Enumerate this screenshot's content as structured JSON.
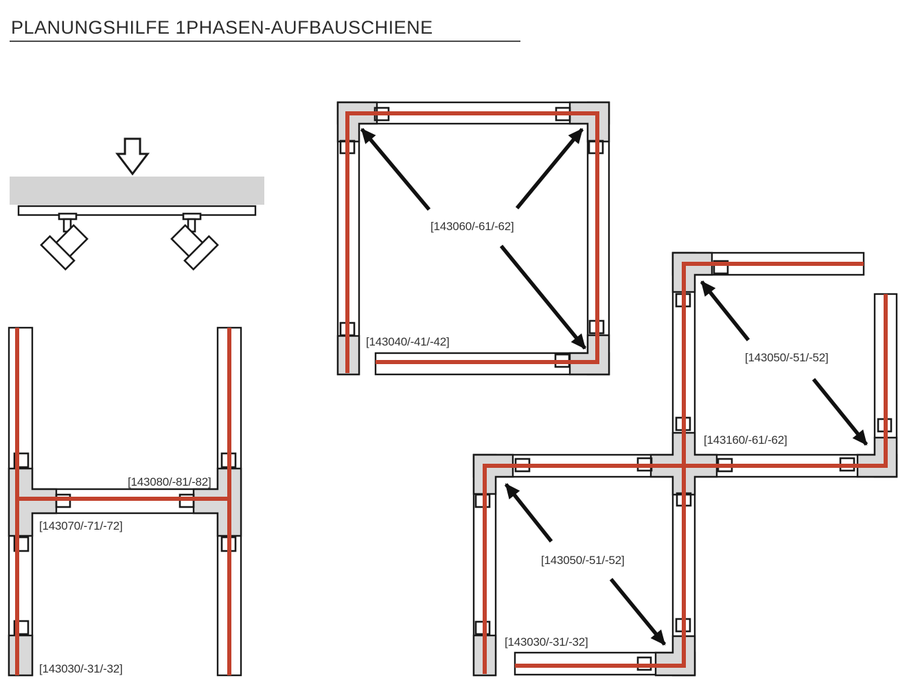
{
  "title": "PLANUNGSHILFE 1PHASEN-AUFBAUSCHIENE",
  "colors": {
    "track_red": "#c2422d",
    "connector_gray": "#d9d9d9",
    "ceiling_gray": "#d4d4d4",
    "outline_black": "#1a1a1a"
  },
  "diagrams": {
    "square_layout": {
      "corner_connector_label": "[143060/-61/-62]",
      "feed_label": "[143040/-41/-42]"
    },
    "h_layout": {
      "t_connector_right_label": "[143080/-81/-82]",
      "t_connector_left_label": "[143070/-71/-72]",
      "feed_label": "[143030/-31/-32]"
    },
    "z_layout": {
      "upper_corner_label": "[143050/-51/-52]",
      "cross_connector_label": "[143160/-61/-62]",
      "lower_corner_label": "[143050/-51/-52]",
      "feed_label": "[143030/-31/-32]"
    }
  }
}
